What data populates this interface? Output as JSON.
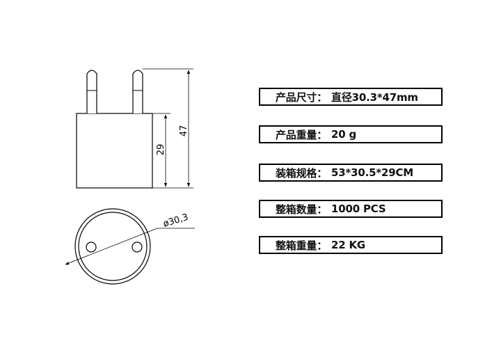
{
  "drawing": {
    "height_overall": "47",
    "height_body": "29",
    "diameter": "ø30,3",
    "stroke_color": "#000000"
  },
  "specs": [
    {
      "label": "产品尺寸：",
      "value": "直径30.3*47mm"
    },
    {
      "label": "产品重量：",
      "value": "20 g"
    },
    {
      "label": "装箱规格：",
      "value": "53*30.5*29CM"
    },
    {
      "label": "整箱数量：",
      "value": "1000 PCS"
    },
    {
      "label": "整箱重量：",
      "value": "22 KG"
    }
  ]
}
